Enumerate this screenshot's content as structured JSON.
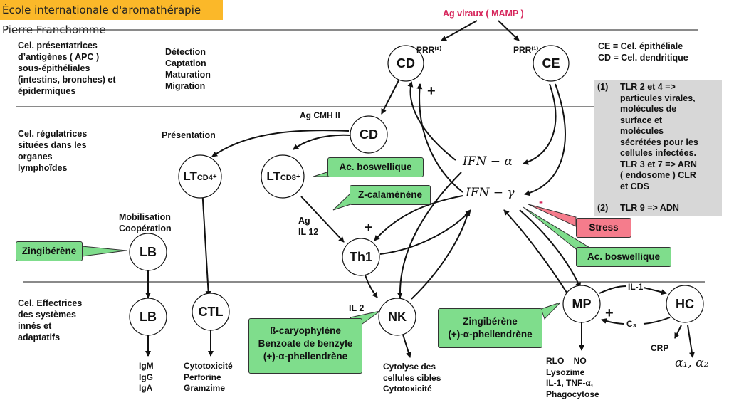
{
  "header": {
    "title": "École internationale d'aromathérapie Pierre Franchomme",
    "accent_color": "#fbb829"
  },
  "top_label": "Ag viraux ( MAMP )",
  "rows": [
    {
      "label": "Cel. présentatrices\nd’antigènes ( APC )\nsous-épithéliales\n(intestins, bronches) et\népidermiques"
    },
    {
      "label": "Cel. régulatrices\nsituées dans les\norganes\nlymphoïdes"
    },
    {
      "label": "Cel. Effectrices\ndes systèmes\ninnés et\nadaptatifs"
    }
  ],
  "annotations": {
    "detection": "Détection\nCaptation\nMaturation\nMigration",
    "presentation": "Présentation",
    "ag_cmh": "Ag CMH II",
    "mobilisation": "Mobilisation\nCoopération",
    "ag_il12": "Ag\nIL 12",
    "il2": "IL 2",
    "plus1": "+",
    "plus2": "+",
    "plus3": "+",
    "minus": "-",
    "ifn_alpha": "IFN − α",
    "ifn_gamma": "IFN − γ",
    "prr2": "PRR⁽²⁾",
    "prr1": "PRR⁽¹⁾",
    "il1": "IL-1",
    "c3": "C₃",
    "crp": "CRP",
    "alphas": "α₁, α₂",
    "igs": "IgM\nIgG\nIgA",
    "ctl_out": "Cytotoxicité\nPerforine\nGramzime",
    "nk_out": "Cytolyse des\ncellules cibles\nCytotoxicité",
    "mp_out": "RLO    NO\nLysozime\nIL-1, TNF-α,\nPhagocytose"
  },
  "legend": {
    "ce": "CE = Cel. épithéliale",
    "cd": "CD = Cel. dendritique"
  },
  "notes": [
    {
      "num": "(1)",
      "text": "TLR 2 et 4 =>\nparticules virales,\nmolécules de\nsurface et\nmolécules\nsécrétées pour les\ncellules infectées.\nTLR 3 et 7 => ARN\n( endosome ) CLR\net CDS"
    },
    {
      "num": "(2)",
      "text": "TLR 9 => ADN"
    }
  ],
  "nodes": {
    "cd_top": "CD",
    "ce": "CE",
    "cd_mid": "CD",
    "ltcd4": "LT",
    "ltcd4_sub": "CD4⁺",
    "ltcd8": "LT",
    "ltcd8_sub": "CD8⁺",
    "lb_mid": "LB",
    "th1": "Th1",
    "lb_bot": "LB",
    "ctl": "CTL",
    "nk": "NK",
    "mp": "MP",
    "hc": "HC"
  },
  "callouts": [
    {
      "id": "zingiberene-lb",
      "text": "Zingibérène",
      "color": "#7fdd8c"
    },
    {
      "id": "boswellique-lt",
      "text": "Ac. boswellique",
      "color": "#7fdd8c"
    },
    {
      "id": "calamenene",
      "text": "Z-calaménène",
      "color": "#7fdd8c"
    },
    {
      "id": "stress",
      "text": "Stress",
      "color": "#f57c8c"
    },
    {
      "id": "boswellique-ifn",
      "text": "Ac. boswellique",
      "color": "#7fdd8c"
    },
    {
      "id": "nk-compounds",
      "text": "ß-caryophylène\nBenzoate de benzyle\n(+)-α-phellendrène",
      "color": "#7fdd8c"
    },
    {
      "id": "mp-compounds",
      "text": "Zingibérène\n(+)-α-phellendrène",
      "color": "#7fdd8c"
    }
  ]
}
